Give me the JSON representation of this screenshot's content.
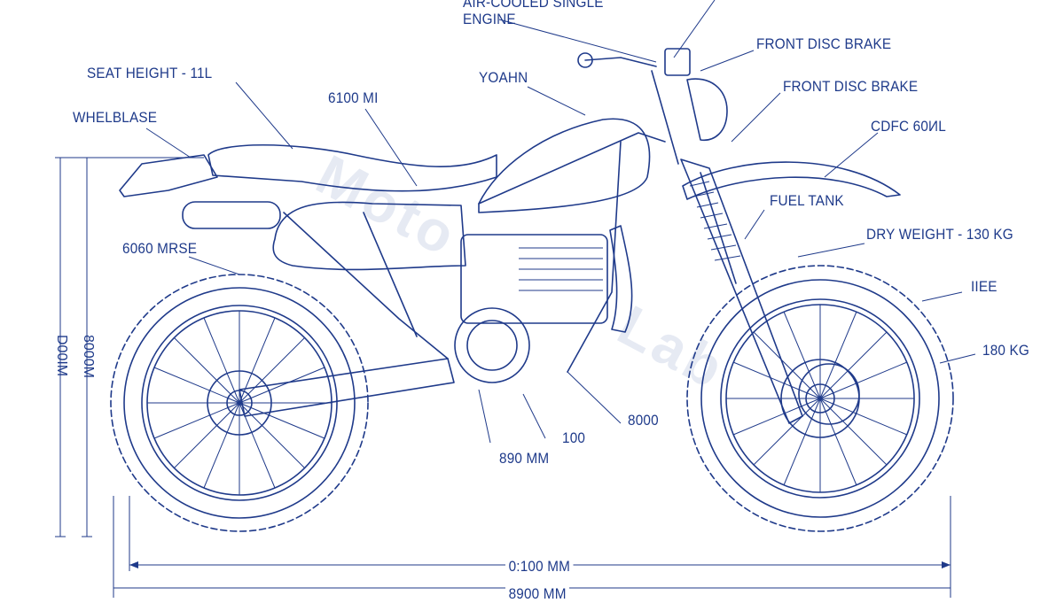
{
  "labels": {
    "air_cooled": "AIR-COOLED SINGLE",
    "engine": "ENGINE",
    "seat_height": "SEAT HEIGHT - 11L",
    "whelblase": "WHELBLASE",
    "yoahn": "YOAHN",
    "mi_6100": "6100 MI",
    "front_disc_1": "FRONT DISC BRAKE",
    "front_disc_2": "FRONT DISC BRAKE",
    "cdfc": "CDFC 60ИL",
    "fuel_tank": "FUEL TANK",
    "dry_weight": "DRY WEIGHT - 130 KG",
    "mrse": "6060 MRSE",
    "iiee": "IIEE",
    "kg_180": "180 KG",
    "n_8000": "8000",
    "n_100": "100",
    "mm_890": "890 MM",
    "dim_1": "0:100 MM",
    "dim_2": "8900 MM",
    "vert_1": "D00IM",
    "vert_2": "8000M"
  },
  "watermark": {
    "line1": "Moto",
    "line2": "Lab"
  },
  "colors": {
    "ink": "#1f3a8a",
    "background": "#ffffff",
    "watermark": "#e6eaf3"
  }
}
